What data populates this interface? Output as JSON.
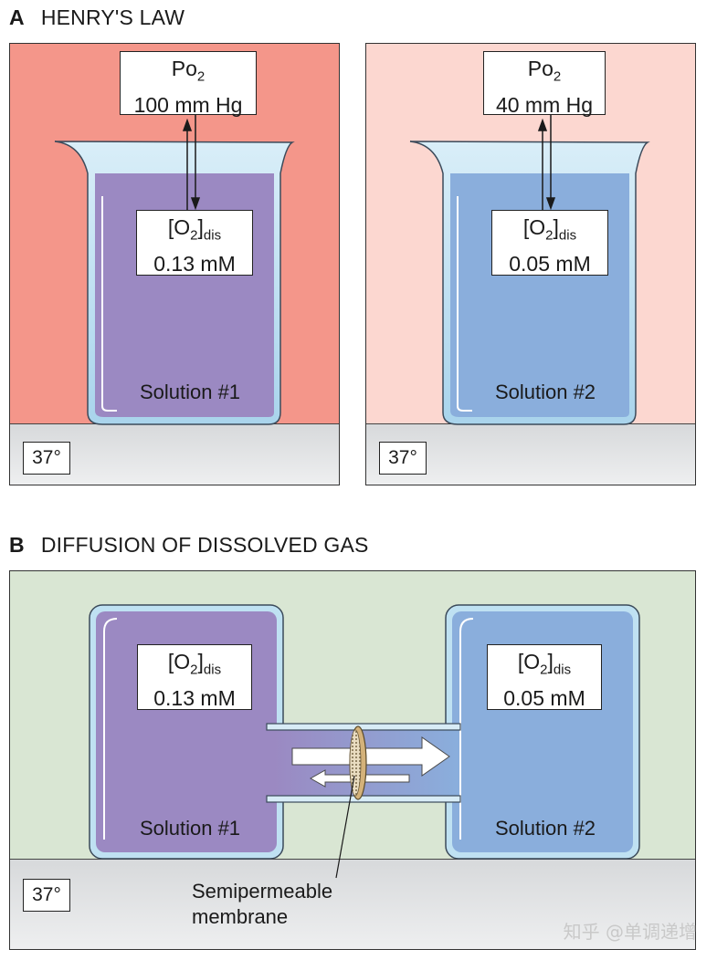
{
  "section_a": {
    "letter": "A",
    "title": "HENRY'S LAW"
  },
  "section_b": {
    "letter": "B",
    "title": "DIFFUSION OF DISSOLVED GAS"
  },
  "temperature": "37°",
  "po2_symbol": "Po",
  "po2_subscript": "2",
  "o2_bracket_open": "[O",
  "o2_subscript": "2",
  "o2_bracket_close": "]",
  "o2_dis_subscript": "dis",
  "beaker1": {
    "pressure": "100 mm Hg",
    "concentration": "0.13 mM",
    "label": "Solution #1"
  },
  "beaker2": {
    "pressure": "40 mm Hg",
    "concentration": "0.05 mM",
    "label": "Solution #2"
  },
  "diffusion": {
    "left": {
      "concentration": "0.13 mM",
      "label": "Solution #1"
    },
    "right": {
      "concentration": "0.05 mM",
      "label": "Solution #2"
    },
    "membrane_label_line1": "Semipermeable",
    "membrane_label_line2": "membrane"
  },
  "colors": {
    "panel1_bg": "#f4968a",
    "panel2_bg": "#fcd7d0",
    "panelB_bg": "#d9e6d3",
    "solution1": "#9b89c2",
    "solution2": "#8aaedc",
    "glass_top": "#bfe1f2"
  },
  "watermark": "知乎 @单调递增"
}
